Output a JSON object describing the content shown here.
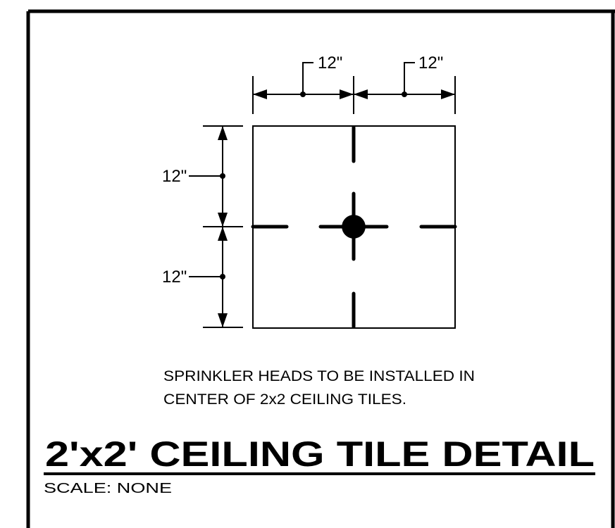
{
  "dimensions": {
    "top_left": "12\"",
    "top_right": "12\"",
    "left_upper": "12\"",
    "left_lower": "12\""
  },
  "note": {
    "line1": "SPRINKLER HEADS TO BE INSTALLED IN",
    "line2": "CENTER OF 2x2 CEILING TILES."
  },
  "title": "2'x2' CEILING TILE DETAIL",
  "scale": "SCALE: NONE",
  "colors": {
    "ink": "#000000",
    "paper": "#ffffff"
  }
}
